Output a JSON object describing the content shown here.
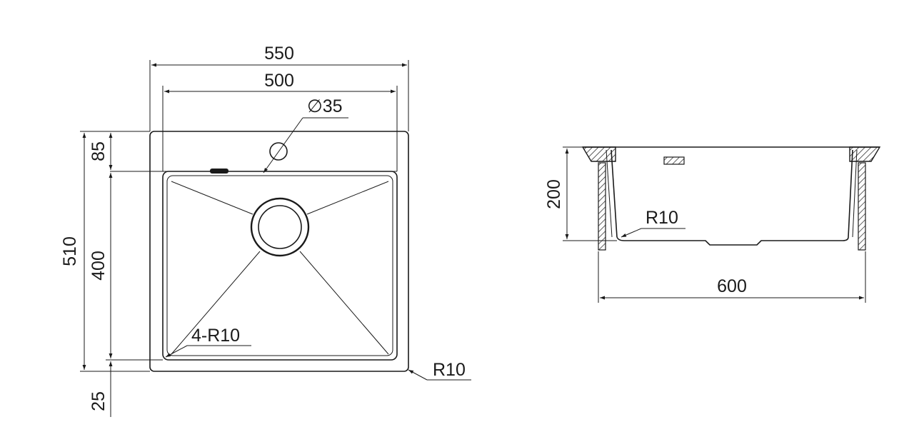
{
  "top_view": {
    "overall_width": "550",
    "bowl_width": "500",
    "tap_hole": "∅35",
    "deck_depth": "85",
    "overall_depth": "510",
    "bowl_depth": "400",
    "bottom_margin": "25",
    "inner_corner_radius": "4-R10",
    "outer_corner_radius": "R10"
  },
  "side_view": {
    "height": "200",
    "inner_radius": "R10",
    "width": "600"
  },
  "colors": {
    "line": "#1a1a1a",
    "background": "#ffffff"
  }
}
